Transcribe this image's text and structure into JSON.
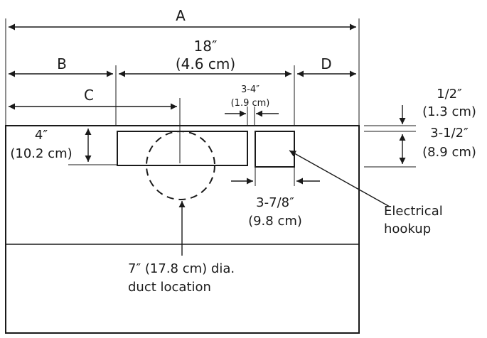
{
  "labels": {
    "a": "A",
    "b": "B",
    "c": "C",
    "d": "D",
    "width_in": "18″",
    "width_cm": "(4.6 cm)",
    "gap_in": "3-4″",
    "gap_cm": "(1.9 cm)",
    "top_offset_in": "1/2″",
    "top_offset_cm": "(1.3 cm)",
    "box_height_in": "3-1/2″",
    "box_height_cm": "(8.9 cm)",
    "left_height_in": "4″",
    "left_height_cm": "(10.2 cm)",
    "small_box_in": "3-7/8″",
    "small_box_cm": "(9.8 cm)",
    "electrical_line1": "Electrical",
    "electrical_line2": "hookup",
    "duct_line1": "7″ (17.8 cm) dia.",
    "duct_line2": "duct location"
  }
}
